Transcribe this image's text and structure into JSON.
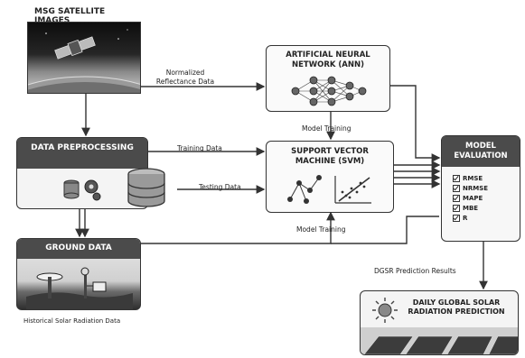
{
  "satellite": {
    "title": "MSG SATELLITE IMAGES"
  },
  "labels": {
    "normalized": "Normalized Reflectance Data",
    "training": "Training Data",
    "testing": "Testing Data",
    "model_training_top": "Model Training",
    "model_training_bottom": "Model Training",
    "dgsr": "DGSR Prediction Results",
    "historical": "Historical Solar Radiation Data"
  },
  "ann": {
    "title": "ARTIFICIAL NEURAL NETWORK (ANN)"
  },
  "svm": {
    "title": "SUPPORT VECTOR MACHINE (SVM)"
  },
  "preprocessing": {
    "title": "DATA PREPROCESSING"
  },
  "ground": {
    "title": "GROUND DATA"
  },
  "evaluation": {
    "title": "MODEL EVALUATION",
    "metrics": [
      "RMSE",
      "NRMSE",
      "MAPE",
      "MBE",
      "R"
    ]
  },
  "prediction": {
    "title": "DAILY GLOBAL SOLAR RADIATION PREDICTION"
  }
}
